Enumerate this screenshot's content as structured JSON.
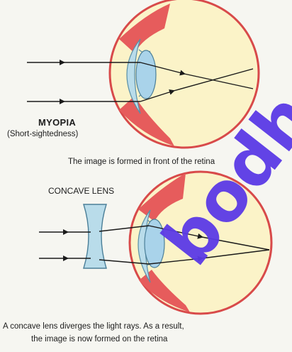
{
  "diagram": {
    "title": "MYOPIA",
    "subtitle": "(Short-sightedness)",
    "caption_top": "The image is formed in front of the retina",
    "lens_label": "CONCAVE LENS",
    "caption_bottom_line1": "A concave lens diverges the light rays. As a  result,",
    "caption_bottom_line2": "the image is now formed on the retina",
    "watermark": "bodh"
  },
  "colors": {
    "background": "#f6f6f1",
    "eyeball_fill": "#fbf3c8",
    "sclera_outline": "#d84a4a",
    "choroid_red": "#e65c5c",
    "cornea_blue": "#b9dcea",
    "lens_blue": "#a9d3ea",
    "ray": "#1a1a1a",
    "watermark": "#5b3ae6"
  }
}
